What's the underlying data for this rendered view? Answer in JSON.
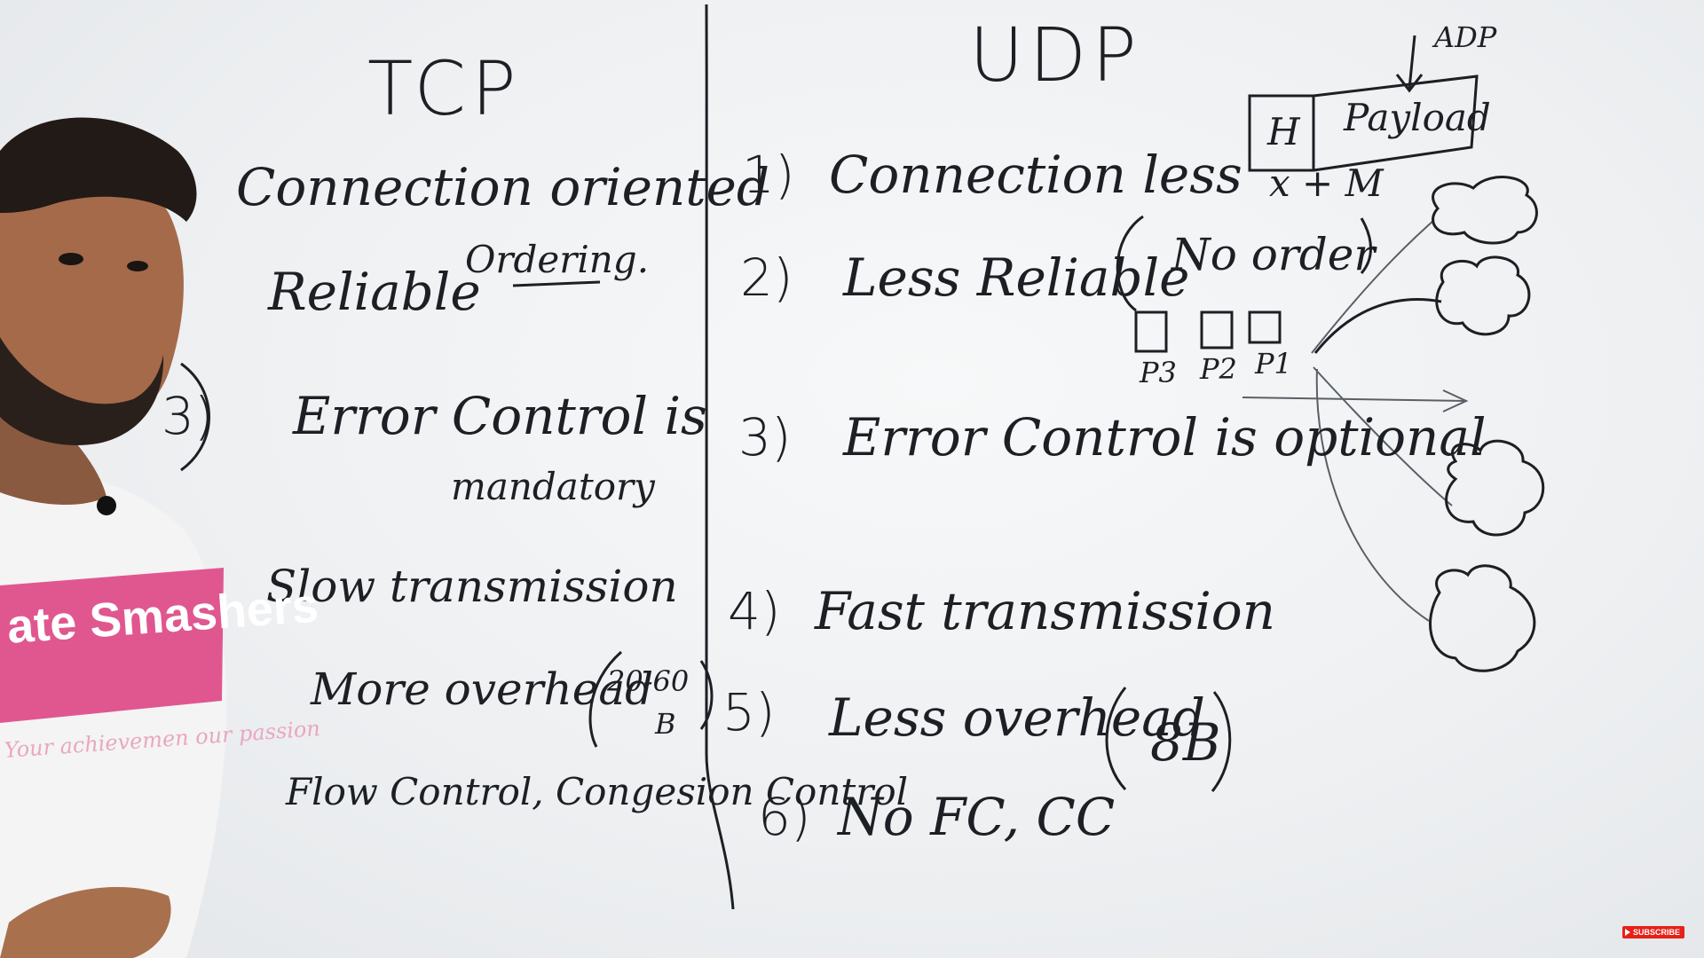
{
  "board": {
    "tcp": {
      "title": "TCP",
      "points": [
        {
          "text": "Connection oriented"
        },
        {
          "text": "Reliable"
        },
        {
          "note": "Ordering."
        },
        {
          "number": "3)",
          "text": "Error Control is"
        },
        {
          "text": "mandatory"
        },
        {
          "text": "Slow transmission"
        },
        {
          "text": "More overhead"
        },
        {
          "note": "20-60"
        },
        {
          "note": "B"
        },
        {
          "text": "Flow Control, Congesion Control"
        }
      ]
    },
    "udp": {
      "title": "UDP",
      "points": [
        {
          "number": "1)",
          "text": "Connection less"
        },
        {
          "number": "2)",
          "text": "Less Reliable"
        },
        {
          "note": "No order"
        },
        {
          "number": "3)",
          "text": "Error Control is optional"
        },
        {
          "number": "4)",
          "text": "Fast transmission"
        },
        {
          "number": "5)",
          "text": "Less overhead"
        },
        {
          "note": "8B"
        },
        {
          "number": "6)",
          "text": "No FC, CC"
        }
      ]
    },
    "diagram": {
      "arrow_label": "ADP",
      "header_box": "H",
      "payload_box": "Payload",
      "formula": "x + M",
      "packets": [
        "P3",
        "P2",
        "P1"
      ]
    }
  },
  "shirt": {
    "brand": "ate Smashers",
    "tagline": "Your achievemen our passion"
  },
  "subscribe": {
    "label": "SUBSCRIBE"
  }
}
